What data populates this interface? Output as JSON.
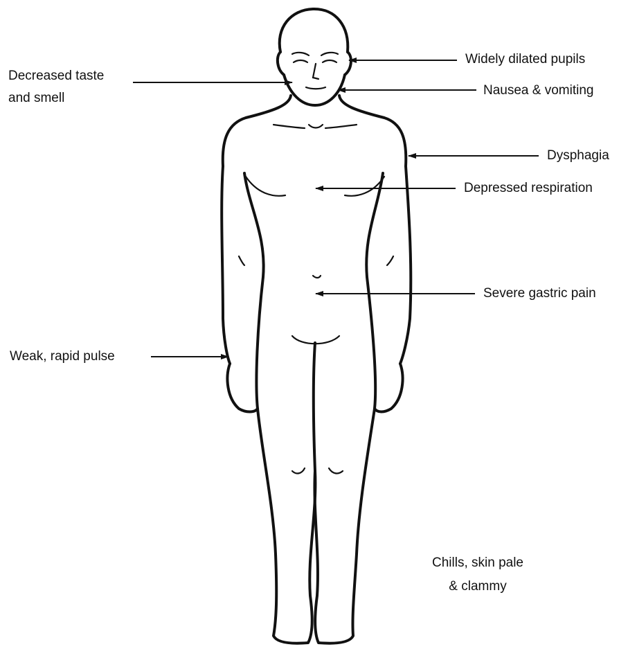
{
  "labels": {
    "pupils": "Widely dilated pupils",
    "taste_line1": "Decreased taste",
    "taste_line2": "and smell",
    "nausea": "Nausea & vomiting",
    "dysphagia": "Dysphagia",
    "respiration": "Depressed respiration",
    "gastric": "Severe gastric pain",
    "pulse": "Weak, rapid pulse",
    "chills_line1": "Chills, skin pale",
    "chills_line2": "& clammy"
  },
  "colors": {
    "ink": "#111111",
    "background": "#ffffff"
  }
}
